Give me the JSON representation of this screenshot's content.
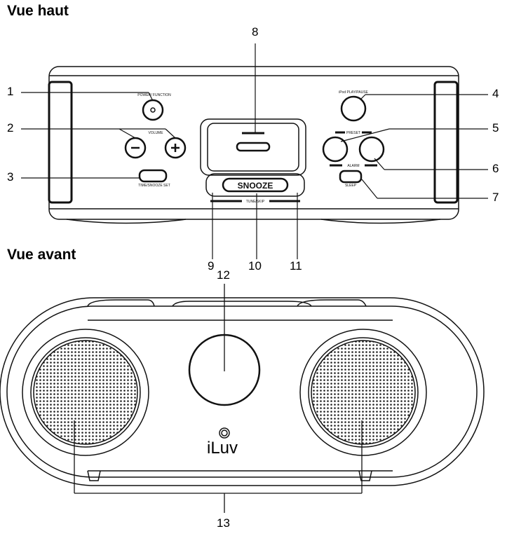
{
  "headings": {
    "top_view": "Vue haut",
    "front_view": "Vue avant"
  },
  "brand": "iLuv",
  "button_labels": {
    "snooze": "SNOOZE",
    "power": "POWER/ FUNCTION",
    "volume": "VOLUME",
    "time_set": "TIME/SNOOZE SET",
    "play_pause": "iPod PLAY/PAUSE",
    "preset": "PRESET",
    "alarm": "ALARM",
    "sleep": "SLEEP",
    "tune": "TUNE/SKIP"
  },
  "callouts": {
    "c1": "1",
    "c2": "2",
    "c3": "3",
    "c4": "4",
    "c5": "5",
    "c6": "6",
    "c7": "7",
    "c8": "8",
    "c9": "9",
    "c10": "10",
    "c11": "11",
    "c12": "12",
    "c13": "13"
  },
  "colors": {
    "line": "#111111",
    "background": "#ffffff"
  }
}
